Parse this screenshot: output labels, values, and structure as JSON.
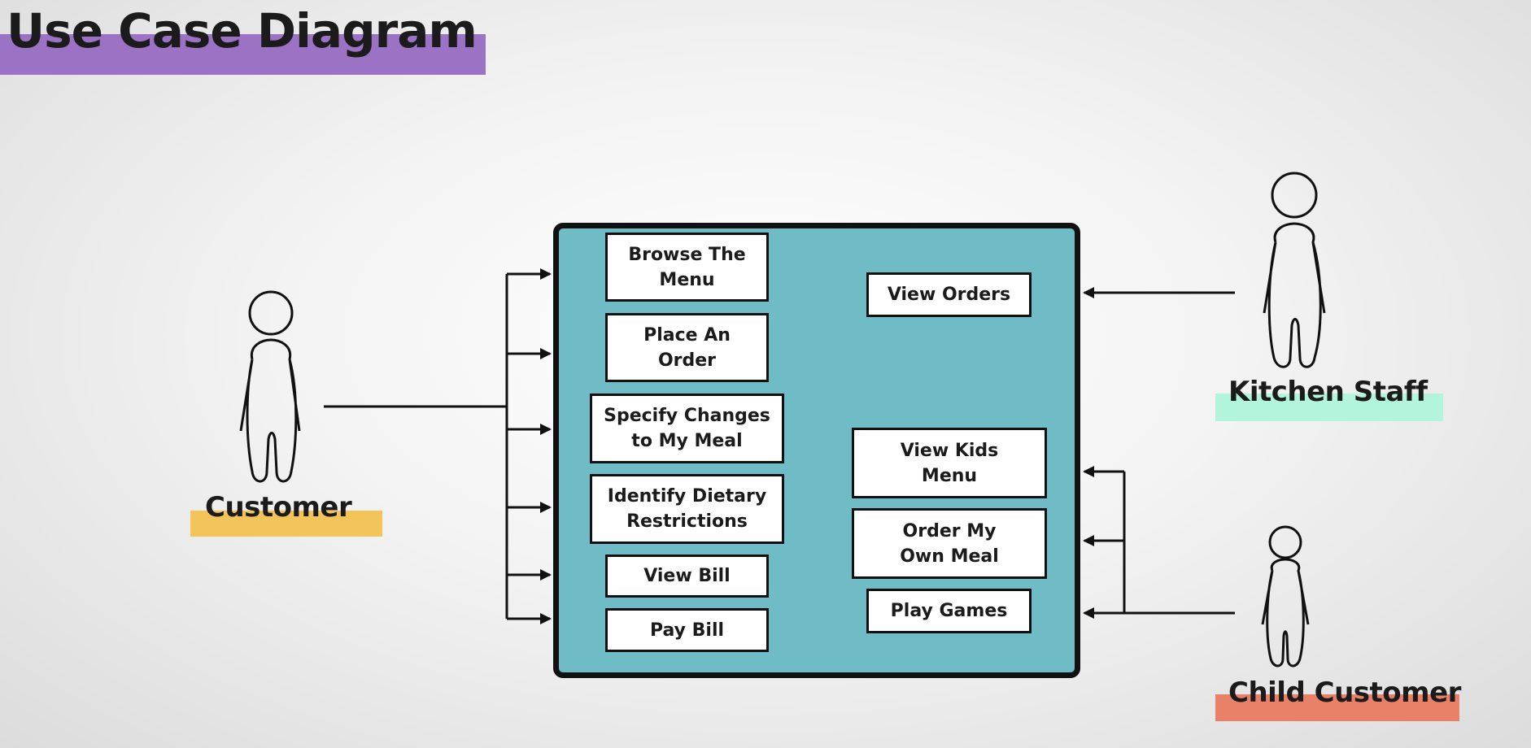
{
  "title": "Use Case Diagram",
  "actors": {
    "customer": {
      "label": "Customer",
      "highlight_color": "#f2c45a"
    },
    "kitchen_staff": {
      "label": "Kitchen Staff",
      "highlight_color": "#b2f5dc"
    },
    "child_customer": {
      "label": "Child Customer",
      "highlight_color": "#e98068"
    }
  },
  "system": {
    "fill_color": "#6fbcc6",
    "border_color": "#111111"
  },
  "use_cases": {
    "browse_menu": "Browse The\nMenu",
    "place_order": "Place An\nOrder",
    "specify_changes": "Specify Changes\nto My Meal",
    "dietary_restrictions": "Identify Dietary\nRestrictions",
    "view_bill": "View Bill",
    "pay_bill": "Pay Bill",
    "view_orders": "View Orders",
    "view_kids_menu": "View Kids\nMenu",
    "order_own_meal": "Order My\nOwn Meal",
    "play_games": "Play Games"
  },
  "associations": [
    {
      "actor": "Customer",
      "use_cases": [
        "Browse The Menu",
        "Place An Order",
        "Specify Changes to My Meal",
        "Identify Dietary Restrictions",
        "View Bill",
        "Pay Bill"
      ]
    },
    {
      "actor": "Kitchen Staff",
      "use_cases": [
        "View Orders"
      ]
    },
    {
      "actor": "Child Customer",
      "use_cases": [
        "View Kids Menu",
        "Order My Own Meal",
        "Play Games"
      ]
    }
  ],
  "colors": {
    "title_highlight": "#9b72c4",
    "line": "#111111"
  }
}
